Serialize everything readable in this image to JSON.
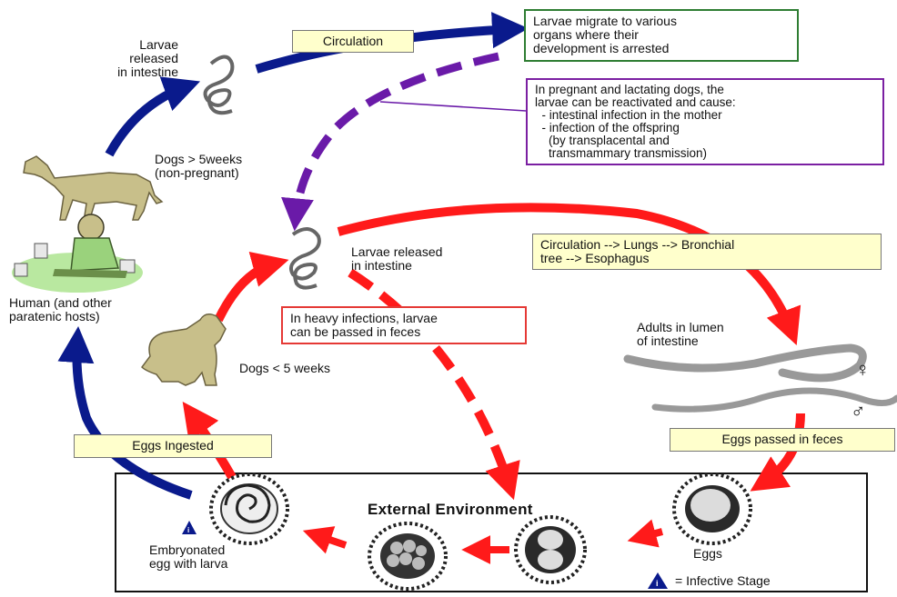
{
  "labels": {
    "larvae_released_top": "Larvae\nreleased\nin intestine",
    "dogs_over_5": "Dogs > 5weeks\n(non-pregnant)",
    "human_hosts": "Human (and other\nparatenic hosts)",
    "larvae_released_mid": "Larvae released\nin intestine",
    "dogs_under_5": "Dogs < 5 weeks",
    "adults_lumen": "Adults in lumen\nof intestine",
    "female_symbol": "♀",
    "male_symbol": "♂",
    "eggs": "Eggs",
    "embryonated_egg": "Embryonated\negg with larva",
    "infective_legend": "= Infective Stage",
    "infective_marker": "i"
  },
  "boxes": {
    "circulation": "Circulation",
    "larvae_migrate": "Larvae migrate to various\norgans where their\ndevelopment is arrested",
    "pregnant_dogs": "In pregnant and lactating dogs, the\nlarvae can be reactivated and cause:\n  - intestinal infection in the mother\n  - infection of the offspring\n    (by transplacental and\n    transmammary transmission)",
    "circulation_lungs": "Circulation --> Lungs --> Bronchial\ntree --> Esophagus",
    "heavy_infections": "In heavy infections, larvae\ncan be passed in feces",
    "eggs_passed": "Eggs passed in feces",
    "eggs_ingested": "Eggs Ingested"
  },
  "external_environment": {
    "title": "External Environment"
  },
  "colors": {
    "blue_arrow": "#0a1a8c",
    "red_arrow": "#ff1a1a",
    "purple_arrow": "#6a1aa8",
    "green_border": "#2e7d32",
    "yellow_fill": "#ffffcc",
    "dog_fill": "#c8bf8a"
  }
}
